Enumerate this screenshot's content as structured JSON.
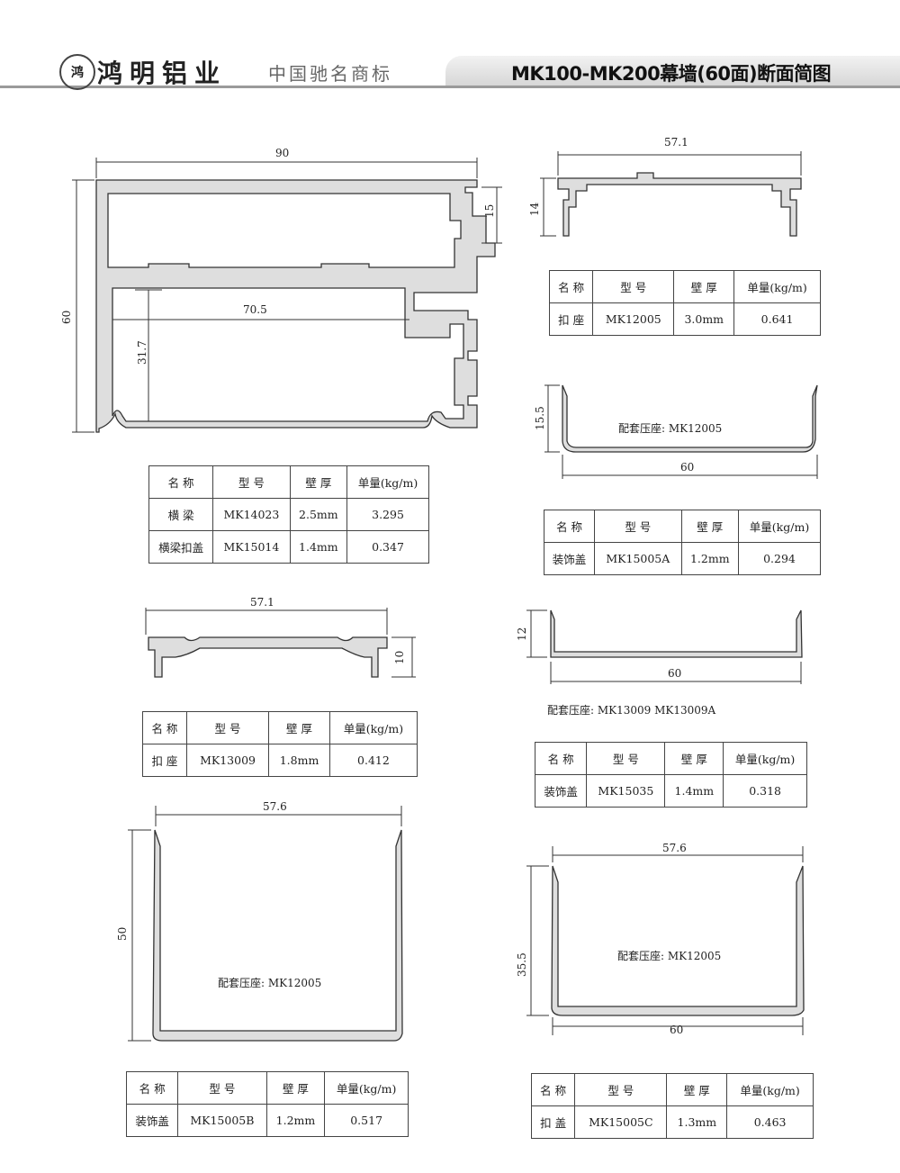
{
  "header": {
    "logo_text": "鸿",
    "brand": "鸿明铝业",
    "slogan": "中国驰名商标",
    "title": "MK100-MK200幕墙(60面)断面简图"
  },
  "table_headers": [
    "名 称",
    "型 号",
    "壁 厚",
    "单量(kg/m)"
  ],
  "profiles": [
    {
      "dims": [
        "90",
        "60",
        "15",
        "70.5",
        "31.7"
      ],
      "rows": [
        [
          "横 梁",
          "MK14023",
          "2.5mm",
          "3.295"
        ],
        [
          "横梁扣盖",
          "MK15014",
          "1.4mm",
          "0.347"
        ]
      ]
    },
    {
      "dims": [
        "57.1",
        "14"
      ],
      "rows": [
        [
          "扣 座",
          "MK12005",
          "3.0mm",
          "0.641"
        ]
      ]
    },
    {
      "dims": [
        "15.5",
        "60"
      ],
      "note": "配套压座:  MK12005",
      "rows": [
        [
          "装饰盖",
          "MK15005A",
          "1.2mm",
          "0.294"
        ]
      ]
    },
    {
      "dims": [
        "57.1",
        "10"
      ],
      "rows": [
        [
          "扣 座",
          "MK13009",
          "1.8mm",
          "0.412"
        ]
      ]
    },
    {
      "dims": [
        "12",
        "60"
      ],
      "note": "配套压座: MK13009   MK13009A",
      "rows": [
        [
          "装饰盖",
          "MK15035",
          "1.4mm",
          "0.318"
        ]
      ]
    },
    {
      "dims": [
        "57.6",
        "50"
      ],
      "note": "配套压座:  MK12005",
      "rows": [
        [
          "装饰盖",
          "MK15005B",
          "1.2mm",
          "0.517"
        ]
      ]
    },
    {
      "dims": [
        "57.6",
        "35.5",
        "60"
      ],
      "note": "配套压座:  MK12005",
      "rows": [
        [
          "扣 盖",
          "MK15005C",
          "1.3mm",
          "0.463"
        ]
      ]
    }
  ]
}
